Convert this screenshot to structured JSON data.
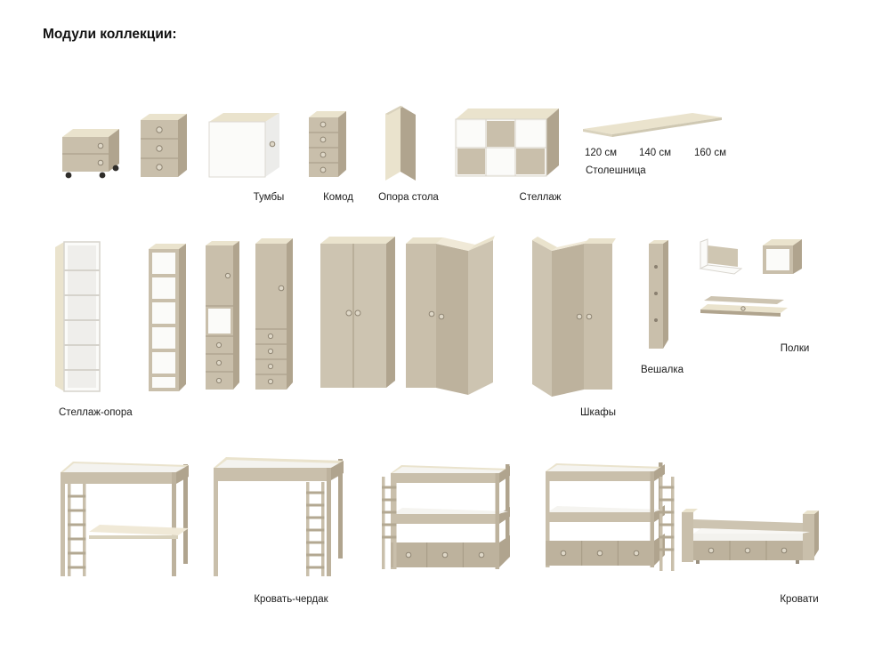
{
  "title": "Модули коллекции:",
  "colors": {
    "beige_front": "#c9bfab",
    "beige_side": "#b0a48e",
    "wood_light": "#eae3cd",
    "white": "#fbfbf9",
    "text": "#1b1b1b"
  },
  "row1": {
    "tumby": "Тумбы",
    "komod": "Комод",
    "opora_stola": "Опора стола",
    "stellazh": "Стеллаж",
    "stoleshnitsa": {
      "label": "Столешница",
      "sizes": [
        "120 см",
        "140 см",
        "160 см"
      ]
    }
  },
  "row2": {
    "stellazh_opora": "Стеллаж-опора",
    "shkafy": "Шкафы",
    "veshalka": "Вешалка",
    "polki": "Полки"
  },
  "row3": {
    "krovat_cherdak": "Кровать-чердак",
    "krovati": "Кровати"
  }
}
